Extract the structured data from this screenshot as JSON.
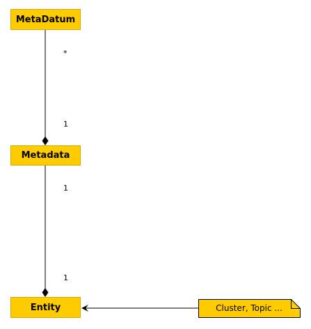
{
  "classes": {
    "metadatum": "MetaDatum",
    "metadata": "Metadata",
    "entity": "Entity"
  },
  "associations": {
    "metadatum_metadata": {
      "source_mult": "*",
      "target_mult": "1"
    },
    "metadata_entity": {
      "source_mult": "1",
      "target_mult": "1"
    }
  },
  "note": {
    "text": "Cluster, Topic ..."
  },
  "colors": {
    "class_fill": "#ffcc00",
    "class_border": "#d9a800",
    "line": "#000000"
  }
}
